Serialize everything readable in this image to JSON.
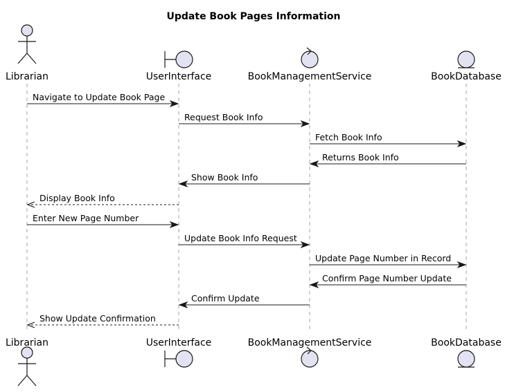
{
  "title": "Update Book Pages Information",
  "participants": [
    {
      "id": "librarian",
      "kind": "actor",
      "label": "Librarian"
    },
    {
      "id": "ui",
      "kind": "boundary",
      "label": "UserInterface"
    },
    {
      "id": "service",
      "kind": "control",
      "label": "BookManagementService"
    },
    {
      "id": "db",
      "kind": "entity",
      "label": "BookDatabase"
    }
  ],
  "messages": [
    {
      "from": "librarian",
      "to": "ui",
      "label": "Navigate to Update Book Page",
      "style": "solid"
    },
    {
      "from": "ui",
      "to": "service",
      "label": "Request Book Info",
      "style": "solid"
    },
    {
      "from": "service",
      "to": "db",
      "label": "Fetch Book Info",
      "style": "solid"
    },
    {
      "from": "db",
      "to": "service",
      "label": "Returns Book Info",
      "style": "solid"
    },
    {
      "from": "service",
      "to": "ui",
      "label": "Show Book Info",
      "style": "solid"
    },
    {
      "from": "ui",
      "to": "librarian",
      "label": "Display Book Info",
      "style": "dashed"
    },
    {
      "from": "librarian",
      "to": "ui",
      "label": "Enter New Page Number",
      "style": "solid"
    },
    {
      "from": "ui",
      "to": "service",
      "label": "Update Book Info Request",
      "style": "solid"
    },
    {
      "from": "service",
      "to": "db",
      "label": "Update Page Number in Record",
      "style": "solid"
    },
    {
      "from": "db",
      "to": "service",
      "label": "Confirm Page Number Update",
      "style": "solid"
    },
    {
      "from": "service",
      "to": "ui",
      "label": "Confirm Update",
      "style": "solid"
    },
    {
      "from": "ui",
      "to": "librarian",
      "label": "Show Update Confirmation",
      "style": "dashed"
    }
  ]
}
